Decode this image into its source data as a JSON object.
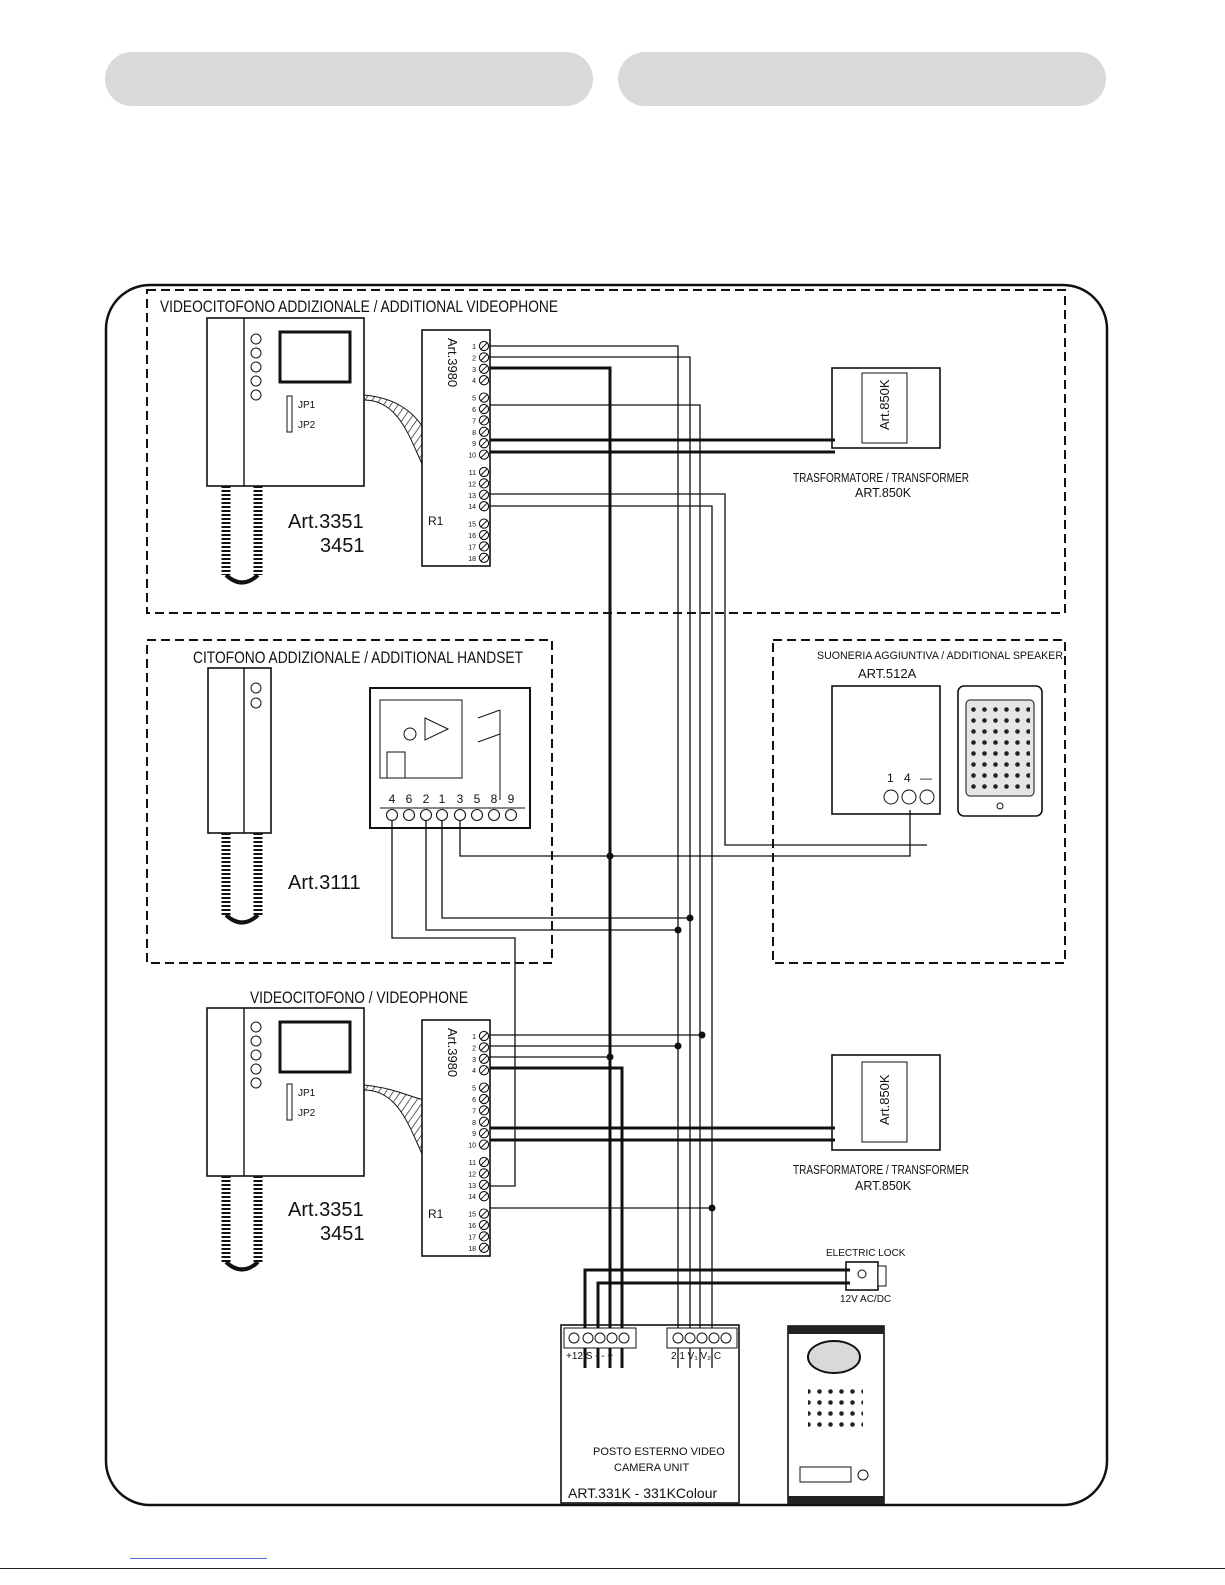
{
  "header": {
    "pill_color": "#d9d9d9"
  },
  "sections": {
    "additional_videophone": "VIDEOCITOFONO ADDIZIONALE / ADDITIONAL VIDEOPHONE",
    "additional_handset": "CITOFONO ADDIZIONALE / ADDITIONAL HANDSET",
    "additional_speaker": "SUONERIA AGGIUNTIVA /  ADDITIONAL SPEAKER",
    "videophone": "VIDEOCITOFONO / VIDEOPHONE"
  },
  "videophone_top": {
    "model_line1": "Art.3351",
    "model_line2": "3451",
    "jp1": "JP1",
    "jp2": "JP2"
  },
  "videophone_bottom": {
    "model_line1": "Art.3351",
    "model_line2": "3451",
    "jp1": "JP1",
    "jp2": "JP2"
  },
  "distributor_top": {
    "label": "Art.3980",
    "terminals": [
      "1",
      "2",
      "3",
      "4",
      "5",
      "6",
      "7",
      "8",
      "9",
      "10",
      "11",
      "12",
      "13",
      "14",
      "15",
      "16",
      "17",
      "18"
    ],
    "resistor": "R1"
  },
  "distributor_bottom": {
    "label": "Art.3980",
    "terminals": [
      "1",
      "2",
      "3",
      "4",
      "5",
      "6",
      "7",
      "8",
      "9",
      "10",
      "11",
      "12",
      "13",
      "14",
      "15",
      "16",
      "17",
      "18"
    ],
    "resistor": "R1"
  },
  "transformer_top": {
    "inner": "Art.850K",
    "caption1": "TRASFORMATORE / TRANSFORMER",
    "caption2": "ART.850K"
  },
  "transformer_bottom": {
    "inner": "Art.850K",
    "caption1": "TRASFORMATORE / TRANSFORMER",
    "caption2": "ART.850K"
  },
  "handset": {
    "model": "Art.3111",
    "terminals": [
      "4",
      "6",
      "2",
      "1",
      "3",
      "5",
      "8",
      "9"
    ]
  },
  "speaker": {
    "model": "ART.512A",
    "terminals": [
      "1",
      "4",
      "—"
    ]
  },
  "electric_lock": {
    "title": "ELECTRIC LOCK",
    "voltage": "12V AC/DC"
  },
  "camera_unit": {
    "left_terminals": "+12 S  -  -  +",
    "right_terminals": "2  1  V₁ V₂ C",
    "line1": "POSTO ESTERNO VIDEO",
    "line2": "CAMERA UNIT",
    "model": "ART.331K - 331KColour"
  }
}
